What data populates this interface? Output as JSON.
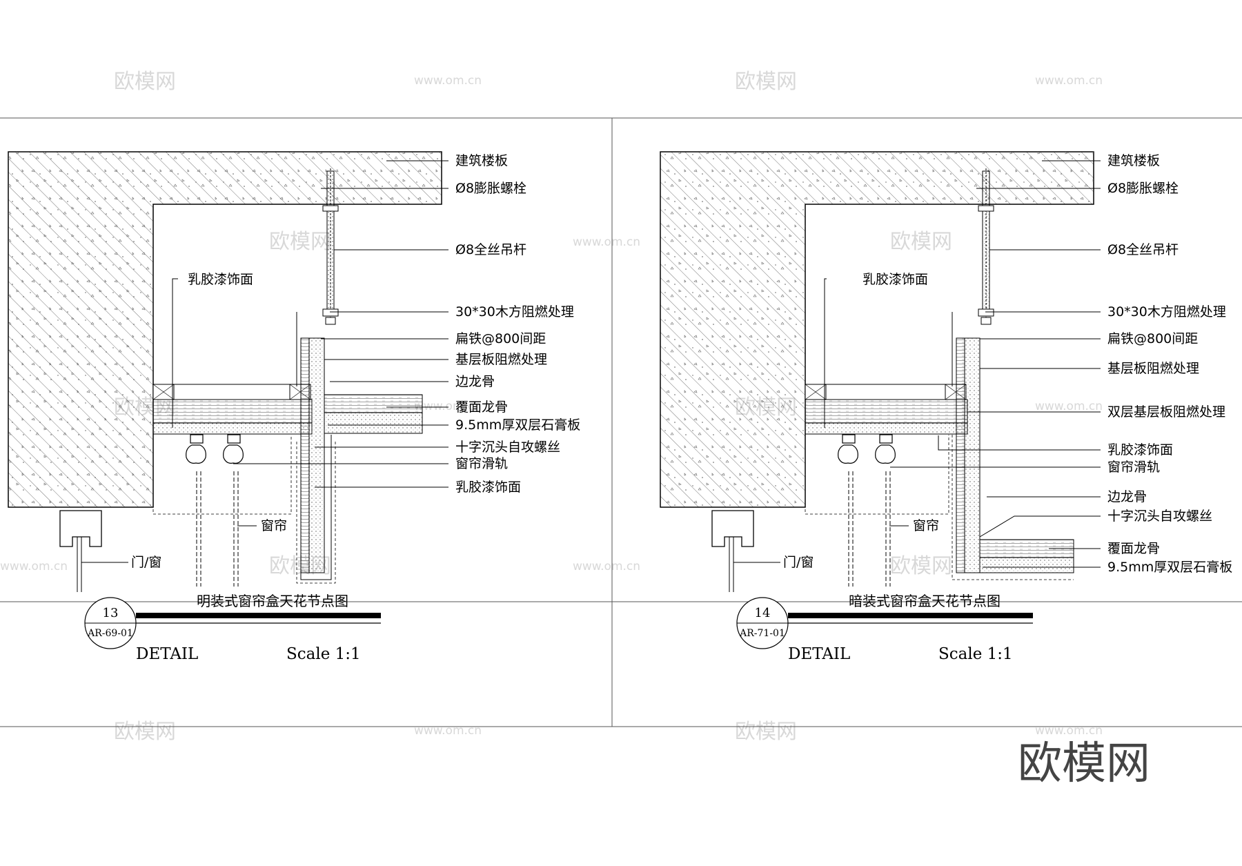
{
  "watermark": {
    "brand": "欧模网",
    "site": "www.om.cn"
  },
  "panels": [
    {
      "title": "明装式窗帘盒天花节点图",
      "code_number": "13",
      "code_sheet": "AR-69-01",
      "detail_label": "DETAIL",
      "scale_label": "Scale 1:1",
      "labels": {
        "floor_slab": "建筑楼板",
        "expansion_bolt": "Ø8膨胀螺栓",
        "threaded_rod": "Ø8全丝吊杆",
        "wood_batten": "30*30木方阻燃处理",
        "flat_iron": "扁铁@800间距",
        "base_board": "基层板阻燃处理",
        "edge_keel": "边龙骨",
        "cover_keel": "覆面龙骨",
        "gypsum_board": "9.5mm厚双层石膏板",
        "screw": "十字沉头自攻螺丝",
        "curtain_track": "窗帘滑轨",
        "latex_paint_bottom": "乳胶漆饰面",
        "latex_paint_top": "乳胶漆饰面",
        "curtain": "窗帘",
        "door_window": "门/窗"
      }
    },
    {
      "title": "暗装式窗帘盒天花节点图",
      "code_number": "14",
      "code_sheet": "AR-71-01",
      "detail_label": "DETAIL",
      "scale_label": "Scale 1:1",
      "labels": {
        "floor_slab": "建筑楼板",
        "expansion_bolt": "Ø8膨胀螺栓",
        "threaded_rod": "Ø8全丝吊杆",
        "wood_batten": "30*30木方阻燃处理",
        "flat_iron": "扁铁@800间距",
        "base_board": "基层板阻燃处理",
        "double_base_board": "双层基层板阻燃处理",
        "latex_paint_mid": "乳胶漆饰面",
        "curtain_track": "窗帘滑轨",
        "edge_keel": "边龙骨",
        "screw": "十字沉头自攻螺丝",
        "cover_keel": "覆面龙骨",
        "gypsum_board": "9.5mm厚双层石膏板",
        "latex_paint_top": "乳胶漆饰面",
        "curtain": "窗帘",
        "door_window": "门/窗"
      }
    }
  ]
}
